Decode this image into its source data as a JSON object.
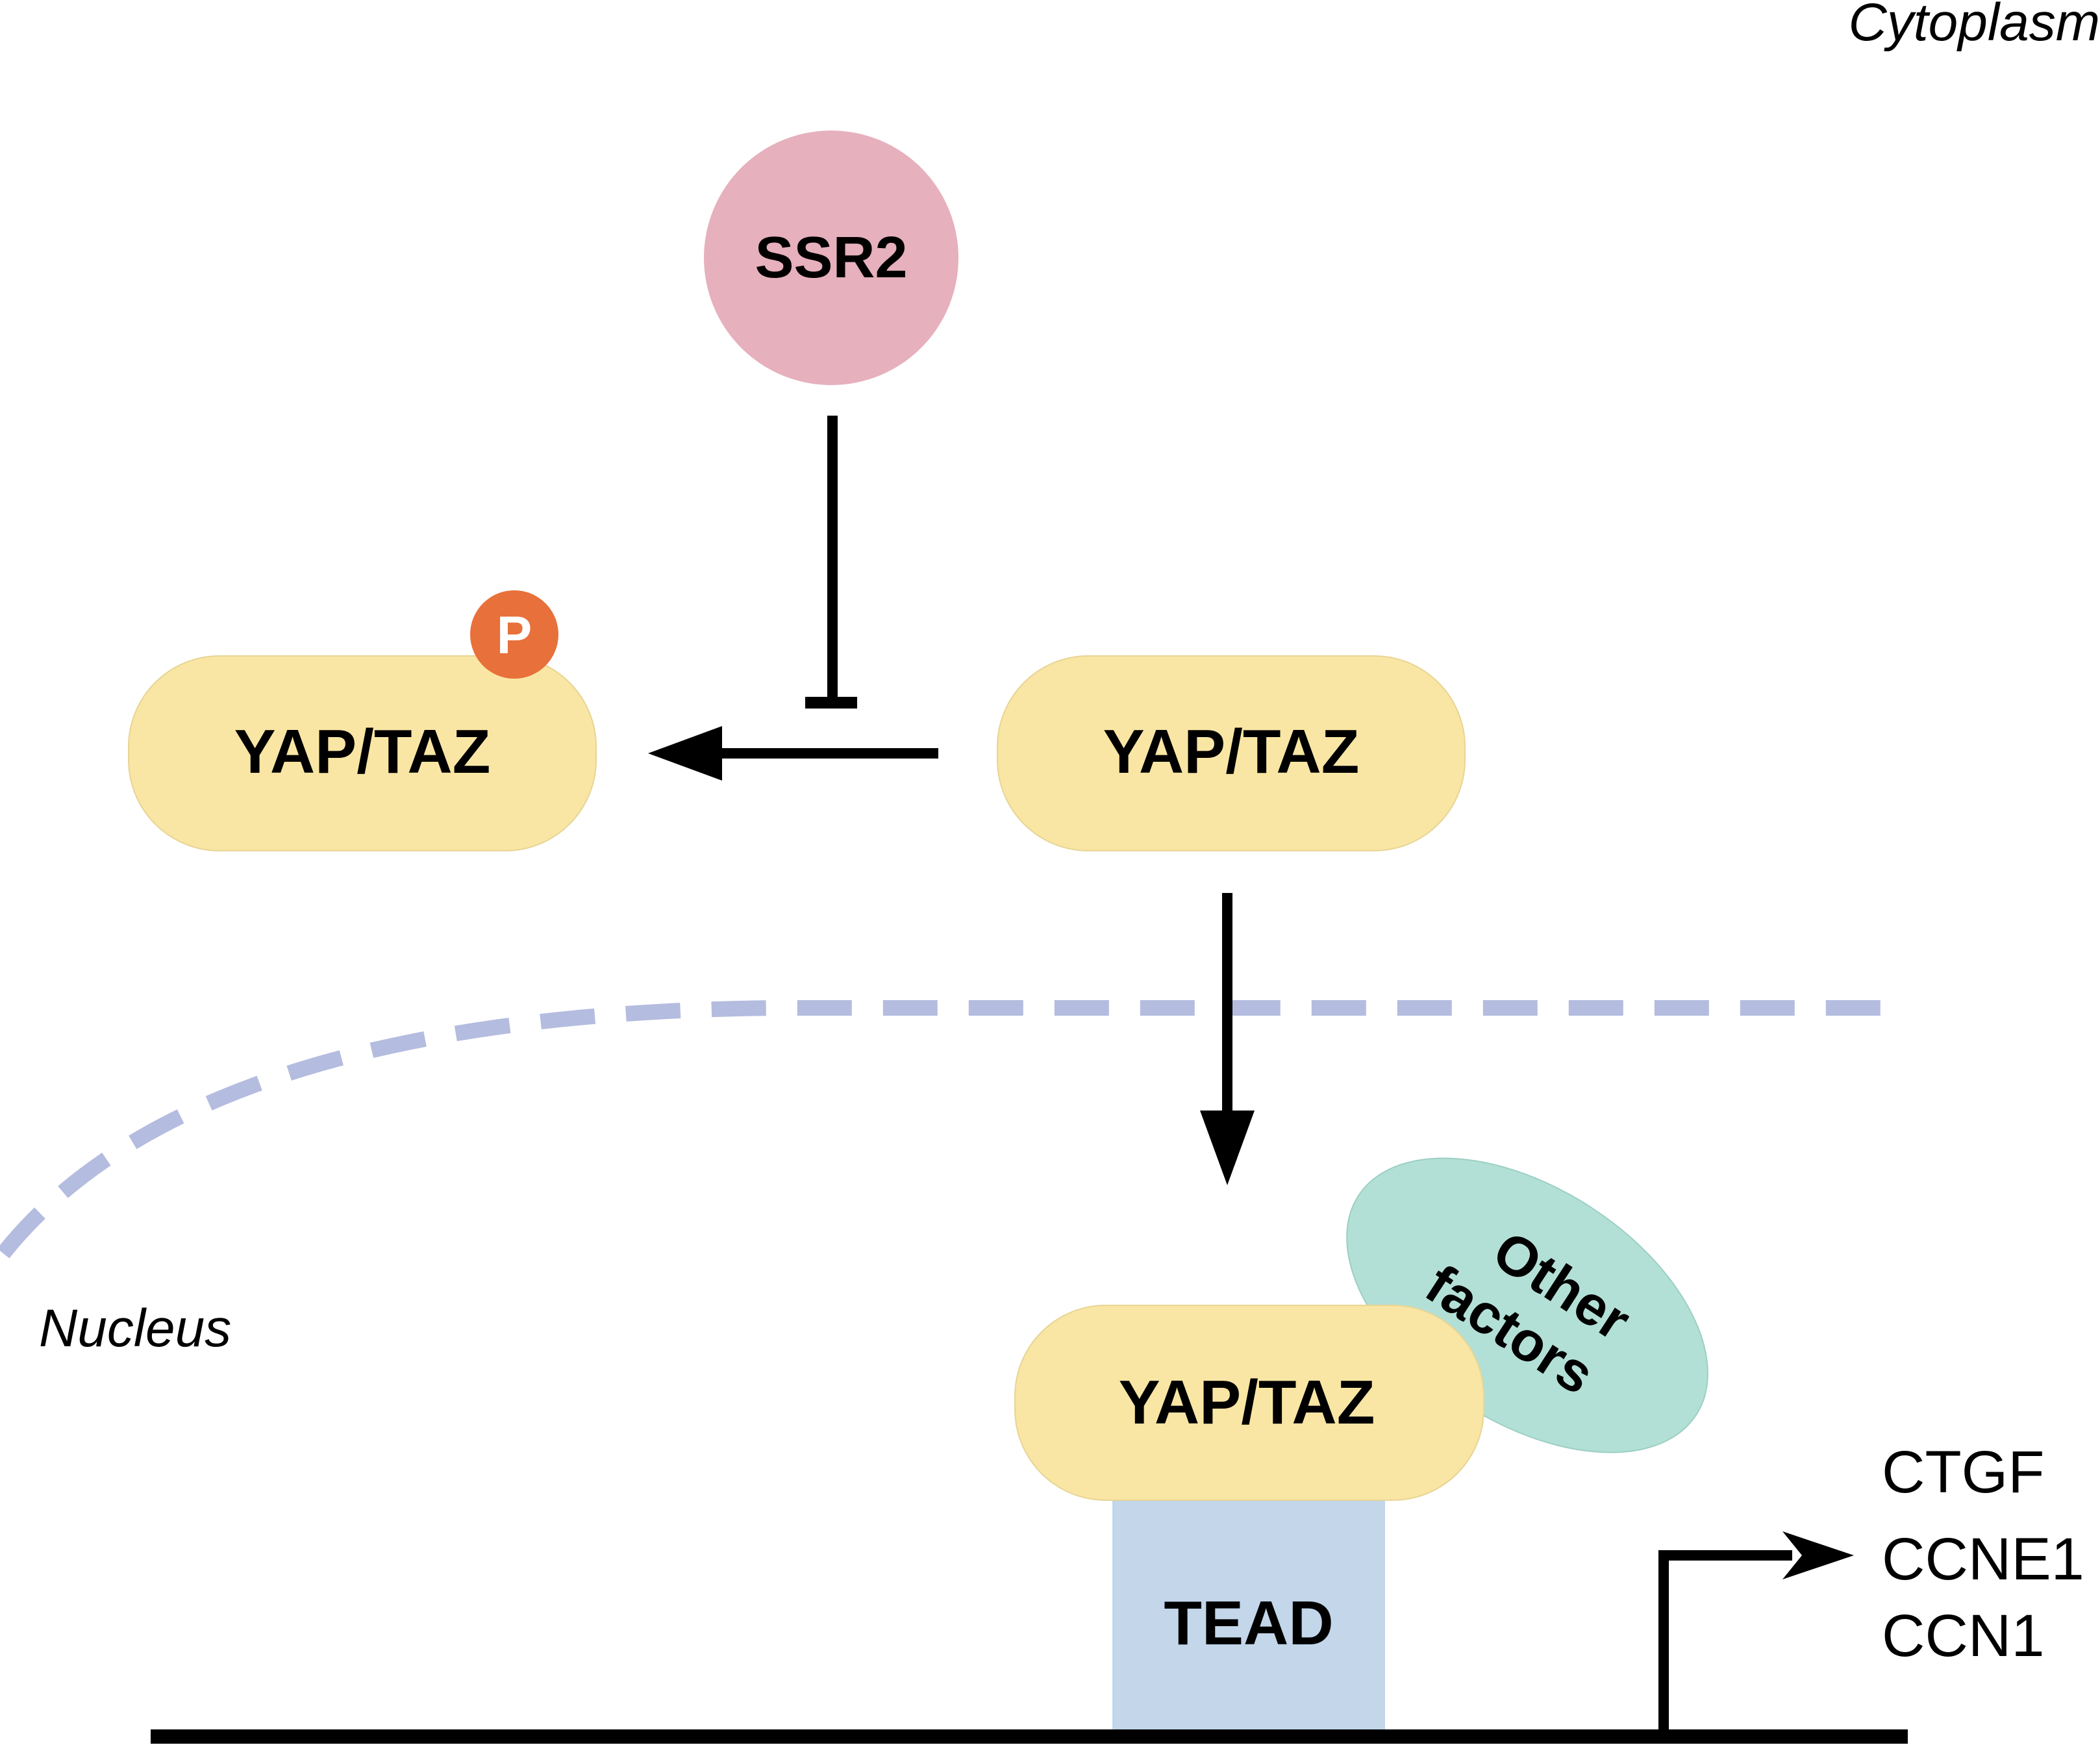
{
  "regions": {
    "cytoplasm": "Cytoplasm",
    "nucleus": "Nucleus"
  },
  "nodes": {
    "ssr2": "SSR2",
    "yap_taz_phospho": "YAP/TAZ",
    "phospho_badge": "P",
    "yap_taz_cyto": "YAP/TAZ",
    "yap_taz_nuclear": "YAP/TAZ",
    "tead": "TEAD",
    "other_factors_line1": "Other",
    "other_factors_line2": "factors"
  },
  "target_genes": [
    "CTGF",
    "CCNE1",
    "CCN1"
  ],
  "colors": {
    "ssr2_fill": "#e6b0bc",
    "yap_taz_fill": "#f9e6a4",
    "tead_fill": "#c3d6ea",
    "other_factors_fill": "#b3e0d6",
    "phospho_fill": "#e8703a",
    "nuclear_membrane": "#b4bcdf",
    "line": "#000000"
  }
}
